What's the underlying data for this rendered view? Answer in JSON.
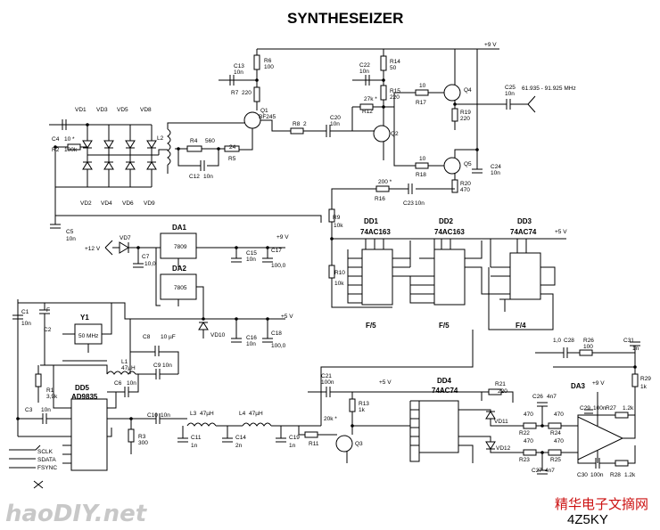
{
  "title": "SYNTHESEIZER",
  "rails": {
    "plus9_top": "+9 V",
    "plus9_mid": "+9 V",
    "plus5_a": "+5 V",
    "plus5_b": "+5 V",
    "plus5_c": "+5 V",
    "plus9_dac": "+9 V",
    "plus12": "+12 V"
  },
  "freq_out": "61.935 - 91.925 MHz",
  "chips": {
    "dd1": {
      "name": "DD1",
      "type": "74AC163",
      "ratio": "F/5"
    },
    "dd2": {
      "name": "DD2",
      "type": "74AC163",
      "ratio": "F/5"
    },
    "dd3": {
      "name": "DD3",
      "type": "74AC74",
      "ratio": "F/4"
    },
    "dd4": {
      "name": "DD4",
      "type": "74AC74"
    },
    "dd5": {
      "name": "DD5",
      "type": "AD9835"
    },
    "da1": {
      "name": "DA1",
      "type": "7809"
    },
    "da2": {
      "name": "DA2",
      "type": "7805"
    },
    "da3": {
      "name": "DA3"
    },
    "y1": {
      "name": "Y1",
      "freq": "50 MHz"
    }
  },
  "dds_pins": {
    "sclk": "SCLK",
    "sdata": "SDATA",
    "fsync": "FSYNC"
  },
  "labels": {
    "c13": "C13",
    "c13v": "10n",
    "r6": "R6",
    "r6v": "100",
    "r7": "R7",
    "r7v": "220",
    "q1": "Q1",
    "q1t": "BF245",
    "c22": "C22",
    "c22v": "10n",
    "r14": "R14",
    "r14v": "50",
    "r15": "R15",
    "r15v": "220",
    "q4": "Q4",
    "r17": "R17",
    "r17v": "10",
    "r19": "R19",
    "r19v": "220",
    "c25": "C25",
    "c25v": "10n",
    "vd1": "VD1",
    "vd3": "VD3",
    "vd5": "VD5",
    "vd8": "VD8",
    "vd2": "VD2",
    "vd4": "VD4",
    "vd6": "VD6",
    "vd9": "VD9",
    "c4": "C4",
    "c4v": "10 *",
    "r2": "R2",
    "r2v": "100k",
    "l2": "L2",
    "r4": "R4",
    "r4v": "560",
    "r5": "R5",
    "r5v": "24",
    "c12": "C12",
    "c12v": "10n",
    "r8": "R8",
    "r8v": "2",
    "c20": "C20",
    "c20v": "10n",
    "r12": "R12",
    "r12v": "27k *",
    "q2": "Q2",
    "q5": "Q5",
    "r18": "R18",
    "r18v": "10",
    "r20": "R20",
    "r20v": "470",
    "c24": "C24",
    "c24v": "10n",
    "r16": "R16",
    "r16v": "200 *",
    "c23": "C23",
    "c23v": "10n",
    "r9": "R9",
    "r9v": "10k",
    "c5": "C5",
    "c5v": "10n",
    "vd7": "VD7",
    "c7": "C7",
    "c7v": "10,0",
    "c15": "C15",
    "c15v": "10n",
    "c17": "C17",
    "c17v": "100,0",
    "r10": "R10",
    "r10v": "10k",
    "c1": "C1",
    "c1v": "10n",
    "c2": "C2",
    "f": "F",
    "c8": "C8",
    "c8v": "10 µF",
    "vd10": "VD10",
    "c16": "C16",
    "c16v": "10n",
    "c18": "C18",
    "c18v": "100,0",
    "c28": "C28",
    "c28v": "1,0",
    "r26": "R26",
    "r26v": "100",
    "c31": "C31",
    "c31v": "1n",
    "r29": "R29",
    "r29v": "1k",
    "l1": "L1",
    "l1v": "47µH",
    "c9": "C9",
    "c9v": "10n",
    "r1": "R1",
    "r1v": "3,9k",
    "c6": "C6",
    "c6v": "10n",
    "c3": "C3",
    "c3v": "10n",
    "c21": "C21",
    "c21v": "100n",
    "r13": "R13",
    "r13v": "1k",
    "r21": "R21",
    "r21v": "220",
    "c26": "C26",
    "c26v": "4n7",
    "c29": "C29",
    "c29v": "100n",
    "r27": "R27",
    "r27v": "1.2k",
    "c10": "C10",
    "c10v": "10n",
    "l3": "L3",
    "l3v": "47µH",
    "l4": "L4",
    "l4v": "47µH",
    "r3": "R3",
    "r3v": "300",
    "c11": "C11",
    "c11v": "1n",
    "c14": "C14",
    "c14v": "2n",
    "c19": "C19",
    "c19v": "1n",
    "r11": "R11",
    "r11v": "20k *",
    "q3": "Q3",
    "vd11": "VD11",
    "vd12": "VD12",
    "r22": "R22",
    "r22v": "470",
    "r24": "R24",
    "r24v": "470",
    "r23": "R23",
    "r23v": "470",
    "r25": "R25",
    "r25v": "470",
    "c27": "C27",
    "c27v": "4n7",
    "c30": "C30",
    "c30v": "100n",
    "r28": "R28",
    "r28v": "1.2k"
  },
  "watermark": "haoDIY.net",
  "watermark_cn": "精华电子文摘网",
  "serial": "4Z5KY"
}
